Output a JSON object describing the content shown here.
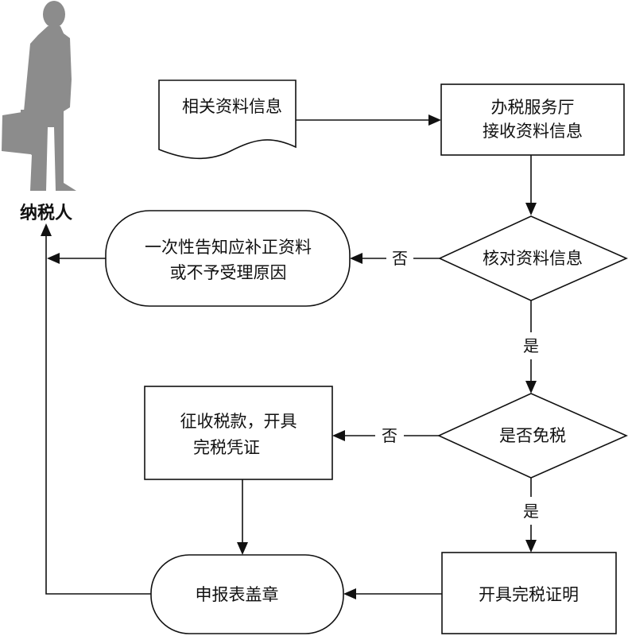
{
  "diagram": {
    "actor": {
      "label": "纳税人",
      "icon": "person-with-briefcase-silhouette",
      "color": "#8c8c8c"
    },
    "nodes": {
      "documents": {
        "type": "document",
        "label": "相关资料信息"
      },
      "receive": {
        "type": "process",
        "lines": [
          "办税服务厅",
          "接收资料信息"
        ]
      },
      "verify": {
        "type": "decision",
        "label": "核对资料信息"
      },
      "notify": {
        "type": "terminator",
        "lines": [
          "一次性告知应补正资料",
          "或不予受理原因"
        ]
      },
      "exempt": {
        "type": "decision",
        "label": "是否免税"
      },
      "collect": {
        "type": "process",
        "lines": [
          "征收税款，开具",
          "完税凭证"
        ]
      },
      "certificate": {
        "type": "process",
        "label": "开具完税证明"
      },
      "stamp": {
        "type": "terminator",
        "label": "申报表盖章"
      }
    },
    "edges": {
      "verify_no": "否",
      "verify_yes": "是",
      "exempt_no": "否",
      "exempt_yes": "是"
    }
  }
}
